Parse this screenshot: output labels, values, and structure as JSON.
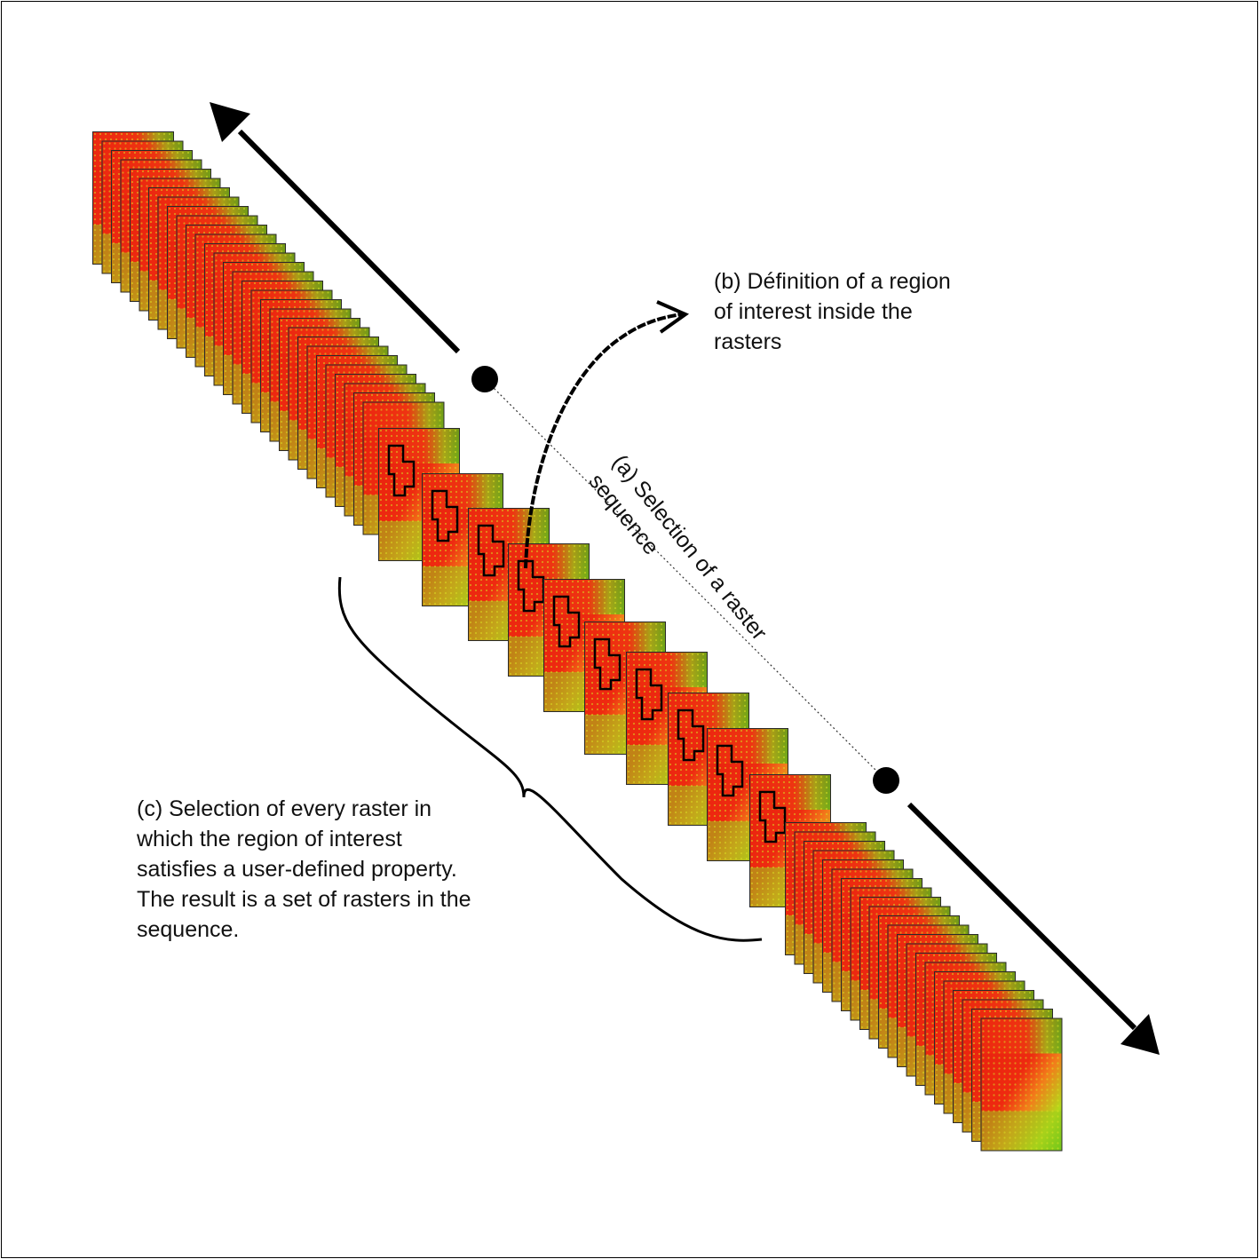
{
  "labels": {
    "a": "(a) Selection of a raster\nsequence",
    "b": "(b) Définition of a region\nof interest inside the\nrasters",
    "c": "(c) Selection of every raster in\nwhich the region of interest\nsatisfies a user-defined property.\nThe result is a set of rasters in the\nsequence."
  },
  "colors": {
    "raster_red": "#ee2a10",
    "raster_orange": "#f07a18",
    "raster_green": "#3ec21a",
    "raster_yellow_green": "#a8d418",
    "outline": "#000000"
  },
  "icons": {
    "arrow_up_left": "arrowhead-icon",
    "arrow_down_right": "arrowhead-icon",
    "selection_dot": "dot-icon",
    "curly_brace": "brace-icon"
  }
}
